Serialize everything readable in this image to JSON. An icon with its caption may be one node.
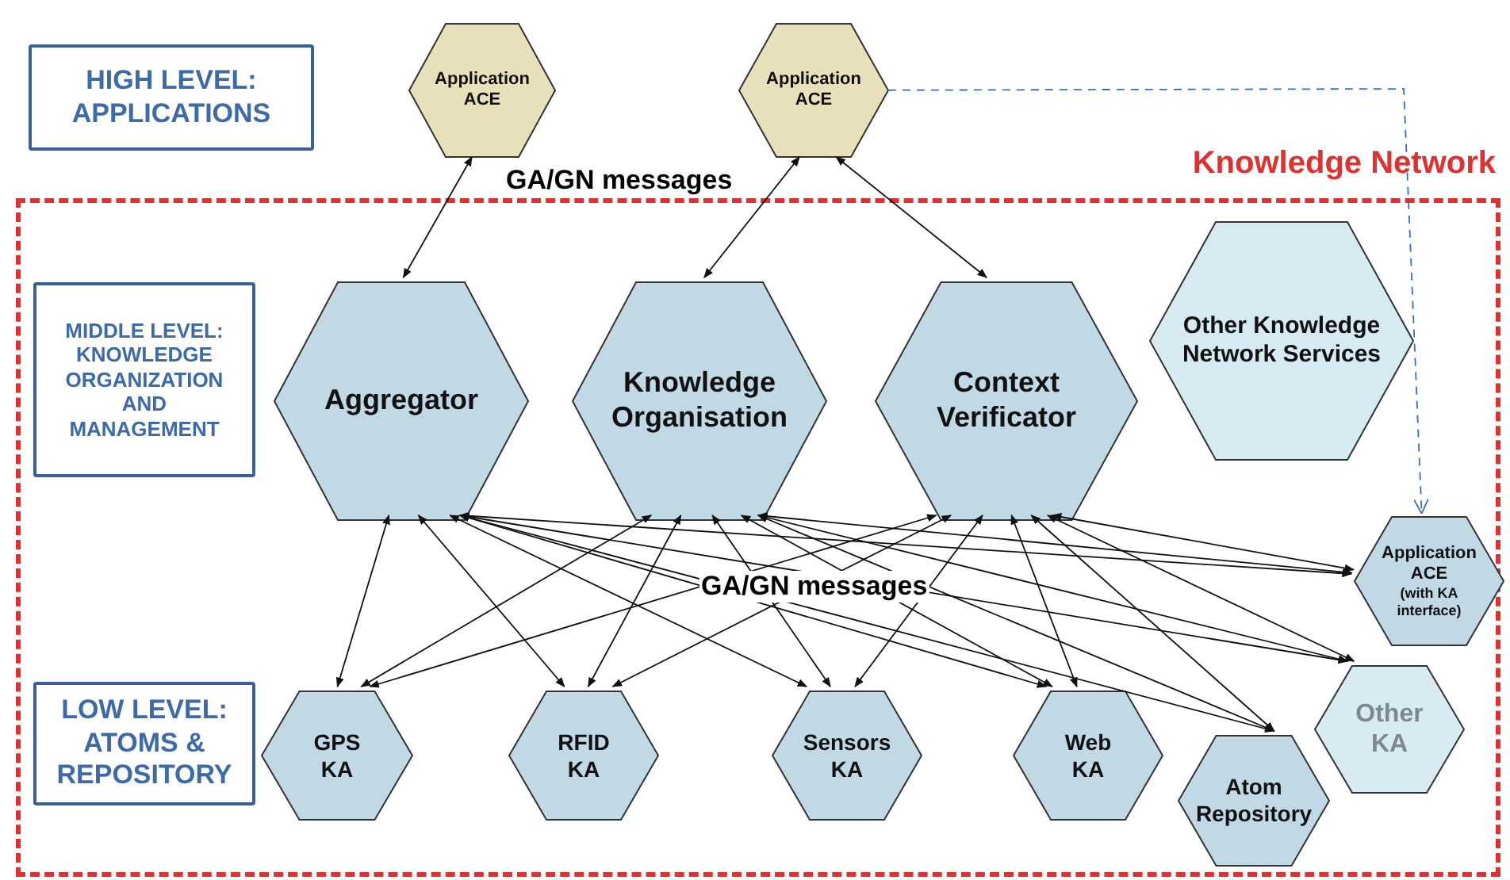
{
  "diagram": {
    "nodes": [
      {
        "text": [
          "HIGH LEVEL: APPLICATIONS"
        ]
      },
      {
        "text": [
          "Application ACE"
        ]
      },
      {
        "text": [
          "Application ACE"
        ]
      },
      {
        "text": [
          "Knowledge Network"
        ]
      },
      {
        "text": [
          "MIDDLE LEVEL: KNOWLEDGE ORGANIZATION AND MANAGEMENT"
        ],
        "in": 3
      },
      {
        "text": [
          "Aggregator"
        ],
        "in": 3
      },
      {
        "text": [
          "Knowledge Organisation"
        ],
        "in": 3
      },
      {
        "text": [
          "Context Verificator"
        ],
        "in": 3
      },
      {
        "text": [
          "Other Knowledge Network Services"
        ],
        "in": 3
      },
      {
        "text": [
          "Application ACE",
          "(with KA interface)"
        ],
        "in": 3
      },
      {
        "text": [
          "LOW LEVEL: ATOMS & REPOSITORY"
        ],
        "in": 3
      },
      {
        "text": [
          "GPS KA"
        ],
        "in": 3
      },
      {
        "text": [
          "RFID KA"
        ],
        "in": 3
      },
      {
        "text": [
          "Sensors KA"
        ],
        "in": 3
      },
      {
        "text": [
          "Web KA"
        ],
        "in": 3
      },
      {
        "text": [
          "Atom Repository"
        ],
        "in": 3
      },
      {
        "text": [
          "Other KA"
        ],
        "in": 3
      }
    ],
    "edges": [
      {
        "from": 1,
        "to": 5,
        "arrow": "both"
      },
      {
        "from": 2,
        "to": 6,
        "arrow": "both"
      },
      {
        "from": 2,
        "to": 7,
        "arrow": "both"
      },
      {
        "from": 5,
        "to": 11,
        "arrow": "both"
      },
      {
        "from": 5,
        "to": 12,
        "arrow": "both"
      },
      {
        "from": 5,
        "to": 13,
        "arrow": "both"
      },
      {
        "from": 5,
        "to": 14,
        "arrow": "both"
      },
      {
        "from": 5,
        "to": 15,
        "arrow": "both"
      },
      {
        "from": 5,
        "to": 9,
        "arrow": "both"
      },
      {
        "from": 5,
        "to": 16,
        "arrow": "both"
      },
      {
        "from": 6,
        "to": 11,
        "arrow": "both"
      },
      {
        "from": 6,
        "to": 12,
        "arrow": "both"
      },
      {
        "from": 6,
        "to": 13,
        "arrow": "both"
      },
      {
        "from": 6,
        "to": 14,
        "arrow": "both"
      },
      {
        "from": 6,
        "to": 15,
        "arrow": "both"
      },
      {
        "from": 6,
        "to": 9,
        "arrow": "both"
      },
      {
        "from": 6,
        "to": 16,
        "arrow": "both"
      },
      {
        "from": 7,
        "to": 11,
        "arrow": "both"
      },
      {
        "from": 7,
        "to": 12,
        "arrow": "both"
      },
      {
        "from": 7,
        "to": 13,
        "arrow": "both"
      },
      {
        "from": 7,
        "to": 14,
        "arrow": "both"
      },
      {
        "from": 7,
        "to": 15,
        "arrow": "both"
      },
      {
        "from": 7,
        "to": 9,
        "arrow": "both"
      },
      {
        "from": 7,
        "to": 16,
        "arrow": "both"
      },
      {
        "from": 2,
        "to": 9,
        "arrow": "to",
        "style": "dashed",
        "color": "#3a6db5"
      }
    ],
    "labels": [
      "GA/GN messages",
      "GA/GN messages"
    ]
  }
}
